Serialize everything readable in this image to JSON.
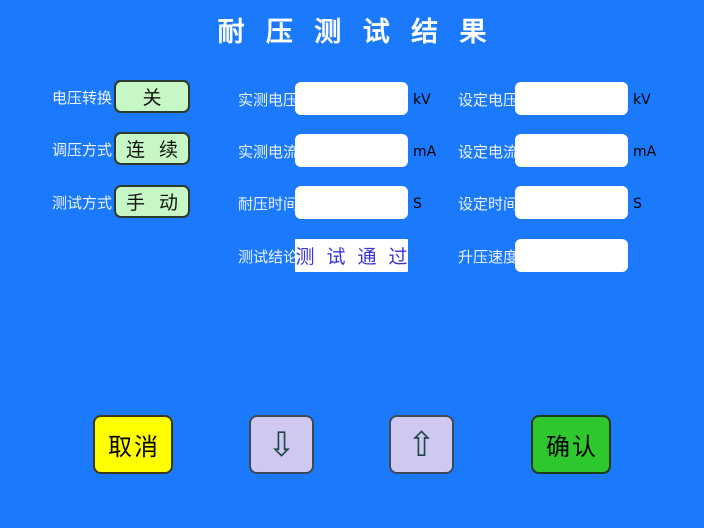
{
  "header": {
    "title": "耐 压 测 试 结 果"
  },
  "modes": [
    {
      "label": "电压转换",
      "value": "关",
      "name": "voltage-conversion"
    },
    {
      "label": "调压方式",
      "value": "连 续",
      "name": "regulation-mode"
    },
    {
      "label": "测试方式",
      "value": "手 动",
      "name": "test-mode"
    }
  ],
  "measured": [
    {
      "label": "实测电压",
      "value": "",
      "unit": "kV",
      "name": "measured-voltage"
    },
    {
      "label": "实测电流",
      "value": "",
      "unit": "mA",
      "name": "measured-current"
    },
    {
      "label": "耐压时间",
      "value": "",
      "unit": "S",
      "name": "withstand-time"
    },
    {
      "label": "测试结论",
      "value": "测 试 通 过",
      "unit": "",
      "name": "test-conclusion"
    }
  ],
  "setpoints": [
    {
      "label": "设定电压",
      "value": "",
      "unit": "kV",
      "name": "set-voltage"
    },
    {
      "label": "设定电流",
      "value": "",
      "unit": "mA",
      "name": "set-current"
    },
    {
      "label": "设定时间",
      "value": "",
      "unit": "S",
      "name": "set-time"
    },
    {
      "label": "升压速度",
      "value": "",
      "unit": "",
      "name": "ramp-rate"
    }
  ],
  "actions": {
    "cancel": "取消",
    "down": "⇩",
    "up": "⇧",
    "confirm": "确认"
  },
  "colors": {
    "background": "#1b7afc",
    "mode_button": "#c7f7c7",
    "cancel": "#ffff00",
    "confirm": "#2ec72e",
    "arrow_button": "#cfc9f2",
    "conclusion_text": "#3a33e0",
    "field": "#ffffff",
    "title_text": "#ffffff"
  }
}
